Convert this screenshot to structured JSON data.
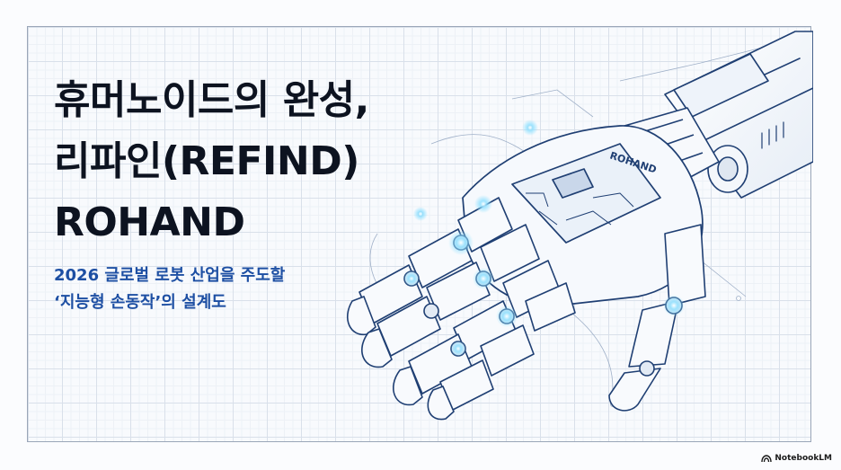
{
  "slide": {
    "title_lines": [
      "휴머노이드의 완성,",
      "리파인(REFIND)",
      "ROHAND"
    ],
    "subtitle_lines": [
      "2026 글로벌 로봇 산업을 주도할",
      "‘지능형 손동작’의 설계도"
    ],
    "illustration": {
      "subject": "robotic-hand-blueprint",
      "engraved_text": "ROHAND"
    }
  },
  "watermark": {
    "label": "NotebookLM",
    "icon": "notebooklm-logo-icon"
  },
  "colors": {
    "title": "#0d1320",
    "subtitle": "#1d4fa3",
    "line_art": "#1f3f73",
    "glow": "#6fd3ff",
    "grid": "#d9e0ea"
  }
}
